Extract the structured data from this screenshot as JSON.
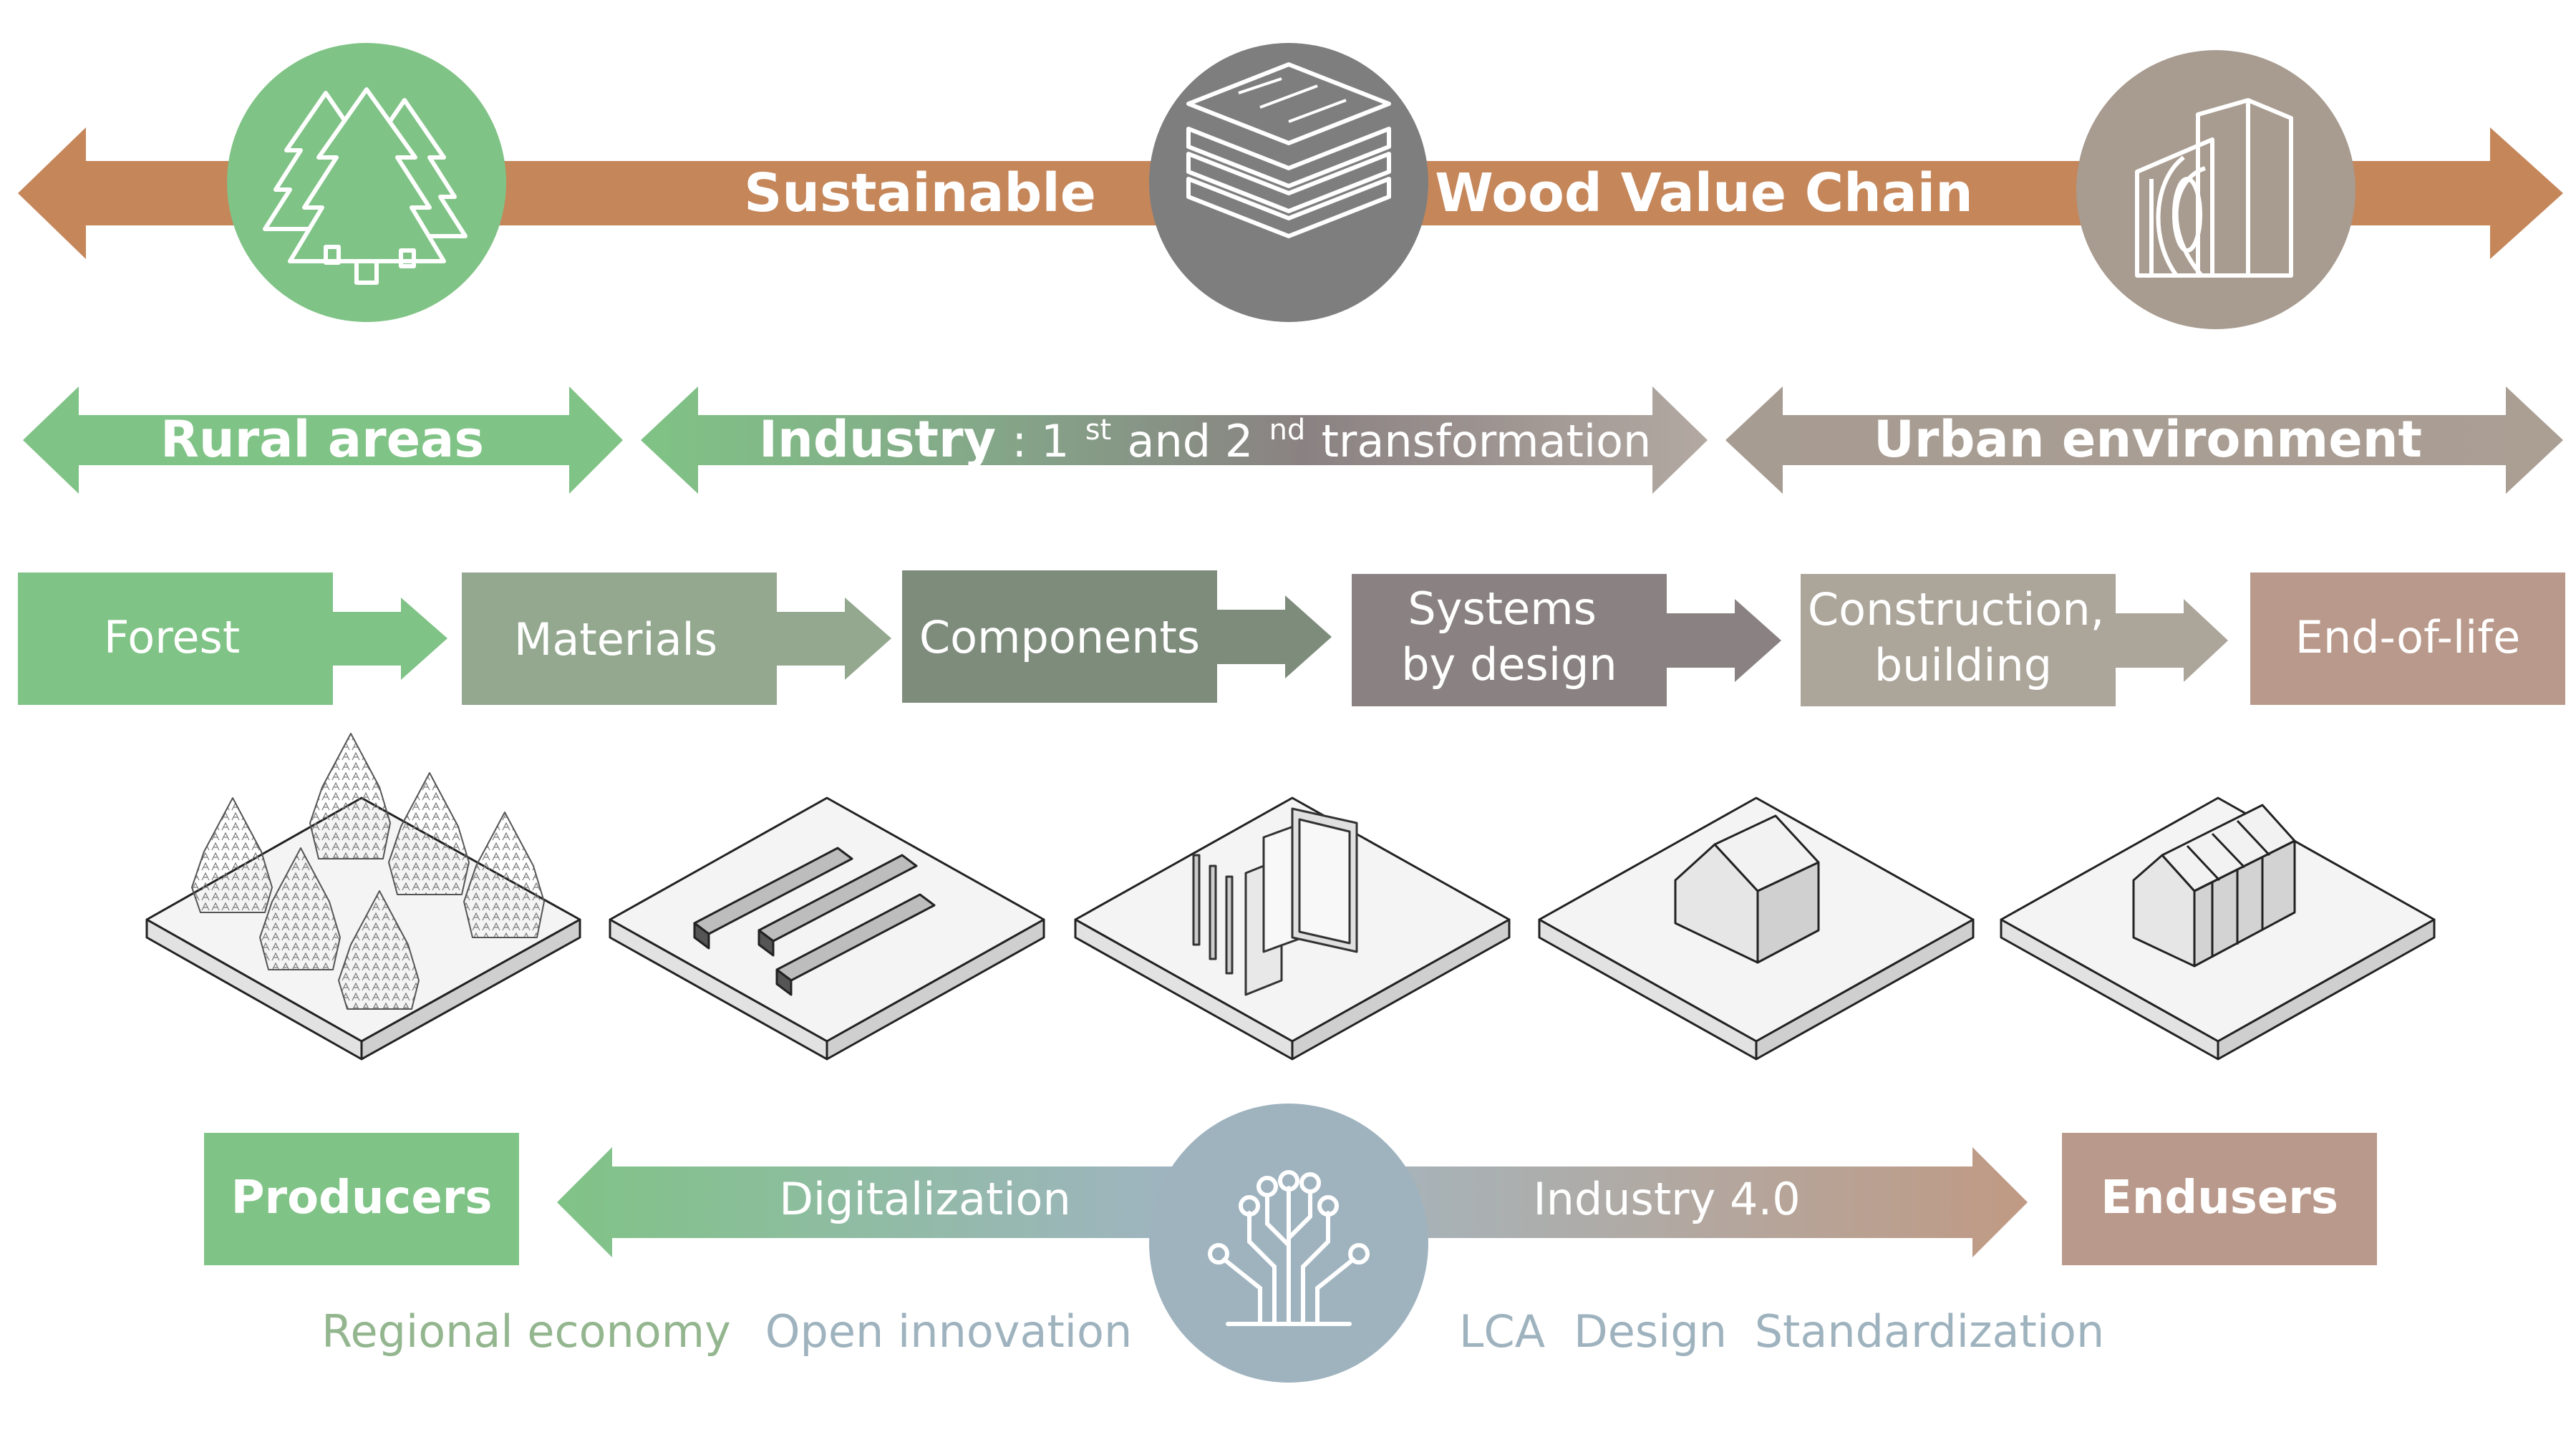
{
  "top_banner": {
    "left_text": "Sustainable",
    "right_text": "Wood Value Chain"
  },
  "zones": {
    "rural": "Rural areas",
    "industry_bold": "Industry",
    "industry_sep": " : ",
    "industry_1": "1",
    "industry_sup1": "st",
    "industry_mid": " and 2",
    "industry_sup2": "nd",
    "industry_rest": " transformation",
    "urban": "Urban environment"
  },
  "chain_steps": [
    {
      "label": "Forest"
    },
    {
      "label": "Materials"
    },
    {
      "label": "Components"
    },
    {
      "label_line1": "Systems",
      "label_line2": "by design"
    },
    {
      "label_line1": "Construction,",
      "label_line2": "building"
    },
    {
      "label": "End-of-life"
    }
  ],
  "bottom": {
    "producers": "Producers",
    "endusers": "Endusers",
    "digitalization": "Digitalization",
    "industry40": "Industry 4.0"
  },
  "keywords": {
    "regional_economy": "Regional economy",
    "open_innovation": "Open innovation",
    "lca": "LCA",
    "design": "Design",
    "standardization": "Standardization"
  },
  "colors": {
    "banner_orange": "#c5865a",
    "green": "#80c386",
    "grey_dark": "#7e7e7e",
    "taupe": "#a89b8f",
    "sage": "#93a88f",
    "sage_dark": "#7e8c7c",
    "mauve_grey": "#8a8282",
    "warm_grey": "#aba59a",
    "rose_taupe": "#b9998b",
    "blue_grey": "#9fb3bf"
  },
  "icons": [
    "trees-icon",
    "layers-icon",
    "building-icon",
    "circuit-tree-icon"
  ]
}
